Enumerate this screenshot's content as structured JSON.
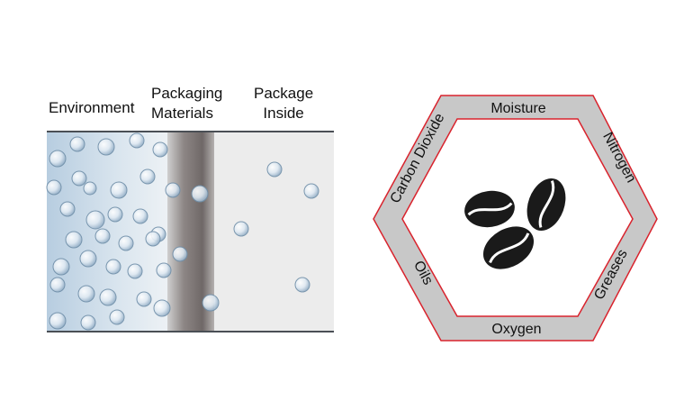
{
  "permeation": {
    "environment_label": "Environment",
    "packaging_label": [
      "Packaging",
      "Materials"
    ],
    "inside_label": [
      "Package",
      "Inside"
    ]
  },
  "hexagon": {
    "top": "Moisture",
    "top_left": "Carbon Dioxide",
    "top_right": "Nitrogen",
    "bottom_left": "Oils",
    "bottom_right": "Greases",
    "bottom": "Oxygen",
    "center_icon": "coffee-beans-icon",
    "border_color": "#d9232d",
    "band_color": "#c8c8c8"
  }
}
